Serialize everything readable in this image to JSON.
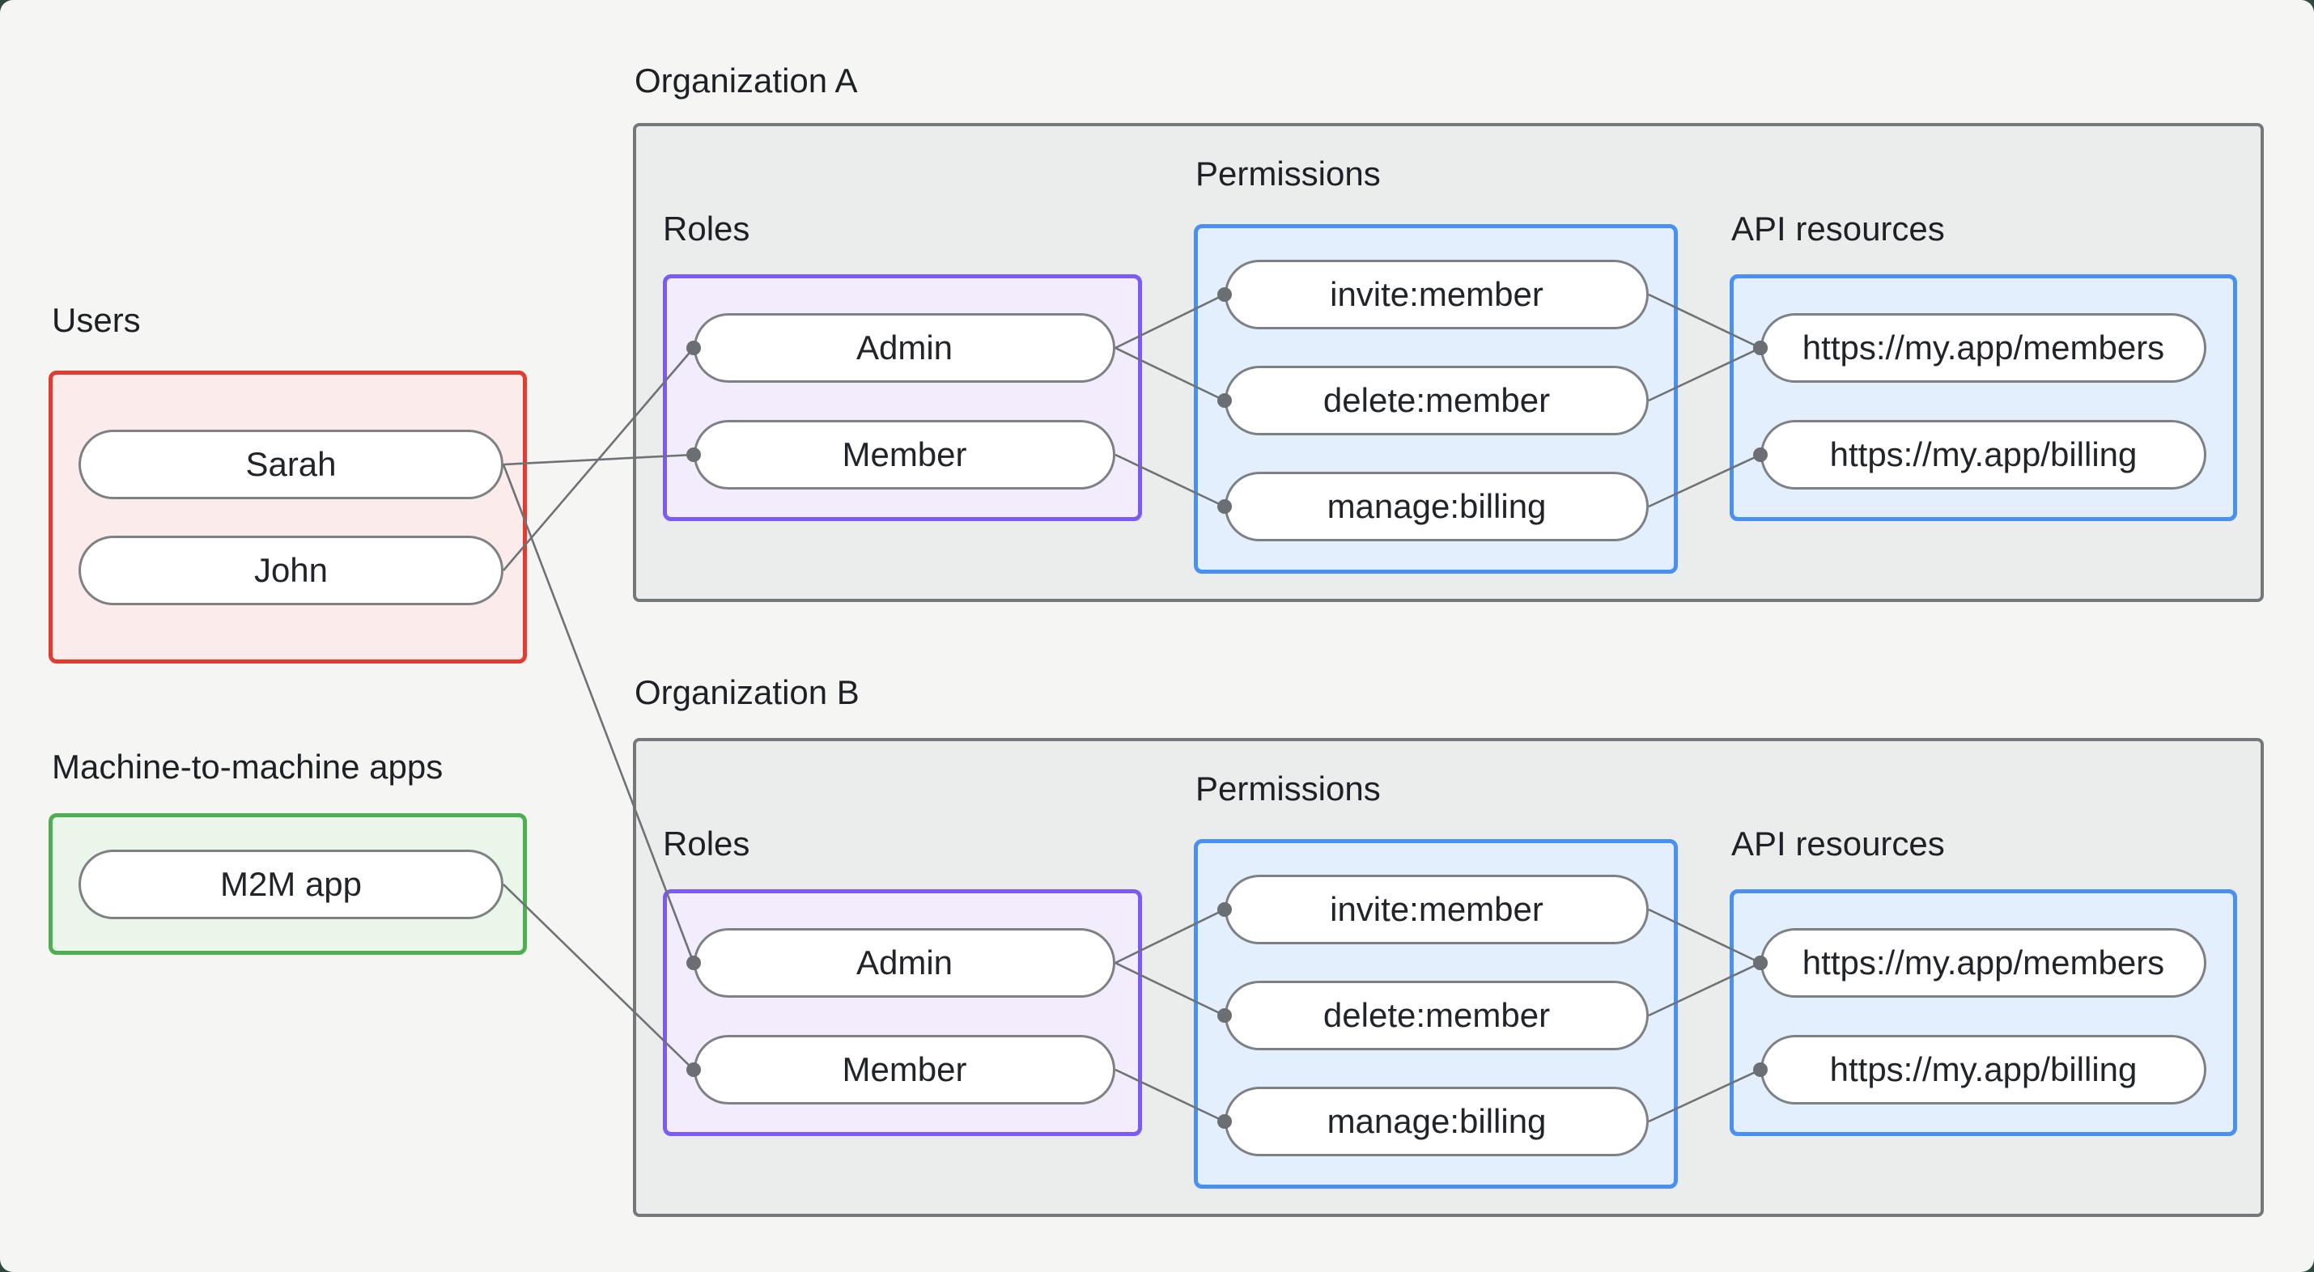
{
  "diagram": {
    "users_group": {
      "label": "Users",
      "items": [
        {
          "label": "Sarah"
        },
        {
          "label": "John"
        }
      ]
    },
    "m2m_group": {
      "label": "Machine-to-machine apps",
      "items": [
        {
          "label": "M2M app"
        }
      ]
    },
    "orgs": [
      {
        "label": "Organization A",
        "roles": {
          "label": "Roles",
          "items": [
            {
              "label": "Admin"
            },
            {
              "label": "Member"
            }
          ]
        },
        "permissions": {
          "label": "Permissions",
          "items": [
            {
              "label": "invite:member"
            },
            {
              "label": "delete:member"
            },
            {
              "label": "manage:billing"
            }
          ]
        },
        "api_resources": {
          "label": "API resources",
          "items": [
            {
              "label": "https://my.app/members"
            },
            {
              "label": "https://my.app/billing"
            }
          ]
        }
      },
      {
        "label": "Organization B",
        "roles": {
          "label": "Roles",
          "items": [
            {
              "label": "Admin"
            },
            {
              "label": "Member"
            }
          ]
        },
        "permissions": {
          "label": "Permissions",
          "items": [
            {
              "label": "invite:member"
            },
            {
              "label": "delete:member"
            },
            {
              "label": "manage:billing"
            }
          ]
        },
        "api_resources": {
          "label": "API resources",
          "items": [
            {
              "label": "https://my.app/members"
            },
            {
              "label": "https://my.app/billing"
            }
          ]
        }
      }
    ],
    "connections": [
      {
        "from": "Sarah",
        "to": "Organization A / Member"
      },
      {
        "from": "John",
        "to": "Organization A / Admin"
      },
      {
        "from": "Sarah",
        "to": "Organization B / Admin"
      },
      {
        "from": "M2M app",
        "to": "Organization B / Member"
      },
      {
        "from": "Organization A / Admin",
        "to": "Organization A / invite:member"
      },
      {
        "from": "Organization A / Admin",
        "to": "Organization A / delete:member"
      },
      {
        "from": "Organization A / Member",
        "to": "Organization A / manage:billing"
      },
      {
        "from": "Organization A / invite:member",
        "to": "Organization A / https://my.app/members"
      },
      {
        "from": "Organization A / delete:member",
        "to": "Organization A / https://my.app/members"
      },
      {
        "from": "Organization A / manage:billing",
        "to": "Organization A / https://my.app/billing"
      },
      {
        "from": "Organization B / Admin",
        "to": "Organization B / invite:member"
      },
      {
        "from": "Organization B / Admin",
        "to": "Organization B / delete:member"
      },
      {
        "from": "Organization B / Member",
        "to": "Organization B / manage:billing"
      },
      {
        "from": "Organization B / invite:member",
        "to": "Organization B / https://my.app/members"
      },
      {
        "from": "Organization B / delete:member",
        "to": "Organization B / https://my.app/members"
      },
      {
        "from": "Organization B / manage:billing",
        "to": "Organization B / https://my.app/billing"
      }
    ],
    "colors": {
      "page_background": "#f5f6f4",
      "frame": "#2f4a3c",
      "users_border": "#e23b31",
      "users_fill": "#fbeceb",
      "m2m_border": "#4fae54",
      "m2m_fill": "#eaf6e9",
      "org_border": "#75787b",
      "org_fill": "#ebedec",
      "roles_border": "#7b5af5",
      "roles_fill": "#f2ecfd",
      "permissions_border": "#4a8ff2",
      "permissions_fill": "#e3effc",
      "pill_border": "#7d8184",
      "edge": "#6e7276",
      "text": "#1d2126"
    }
  }
}
